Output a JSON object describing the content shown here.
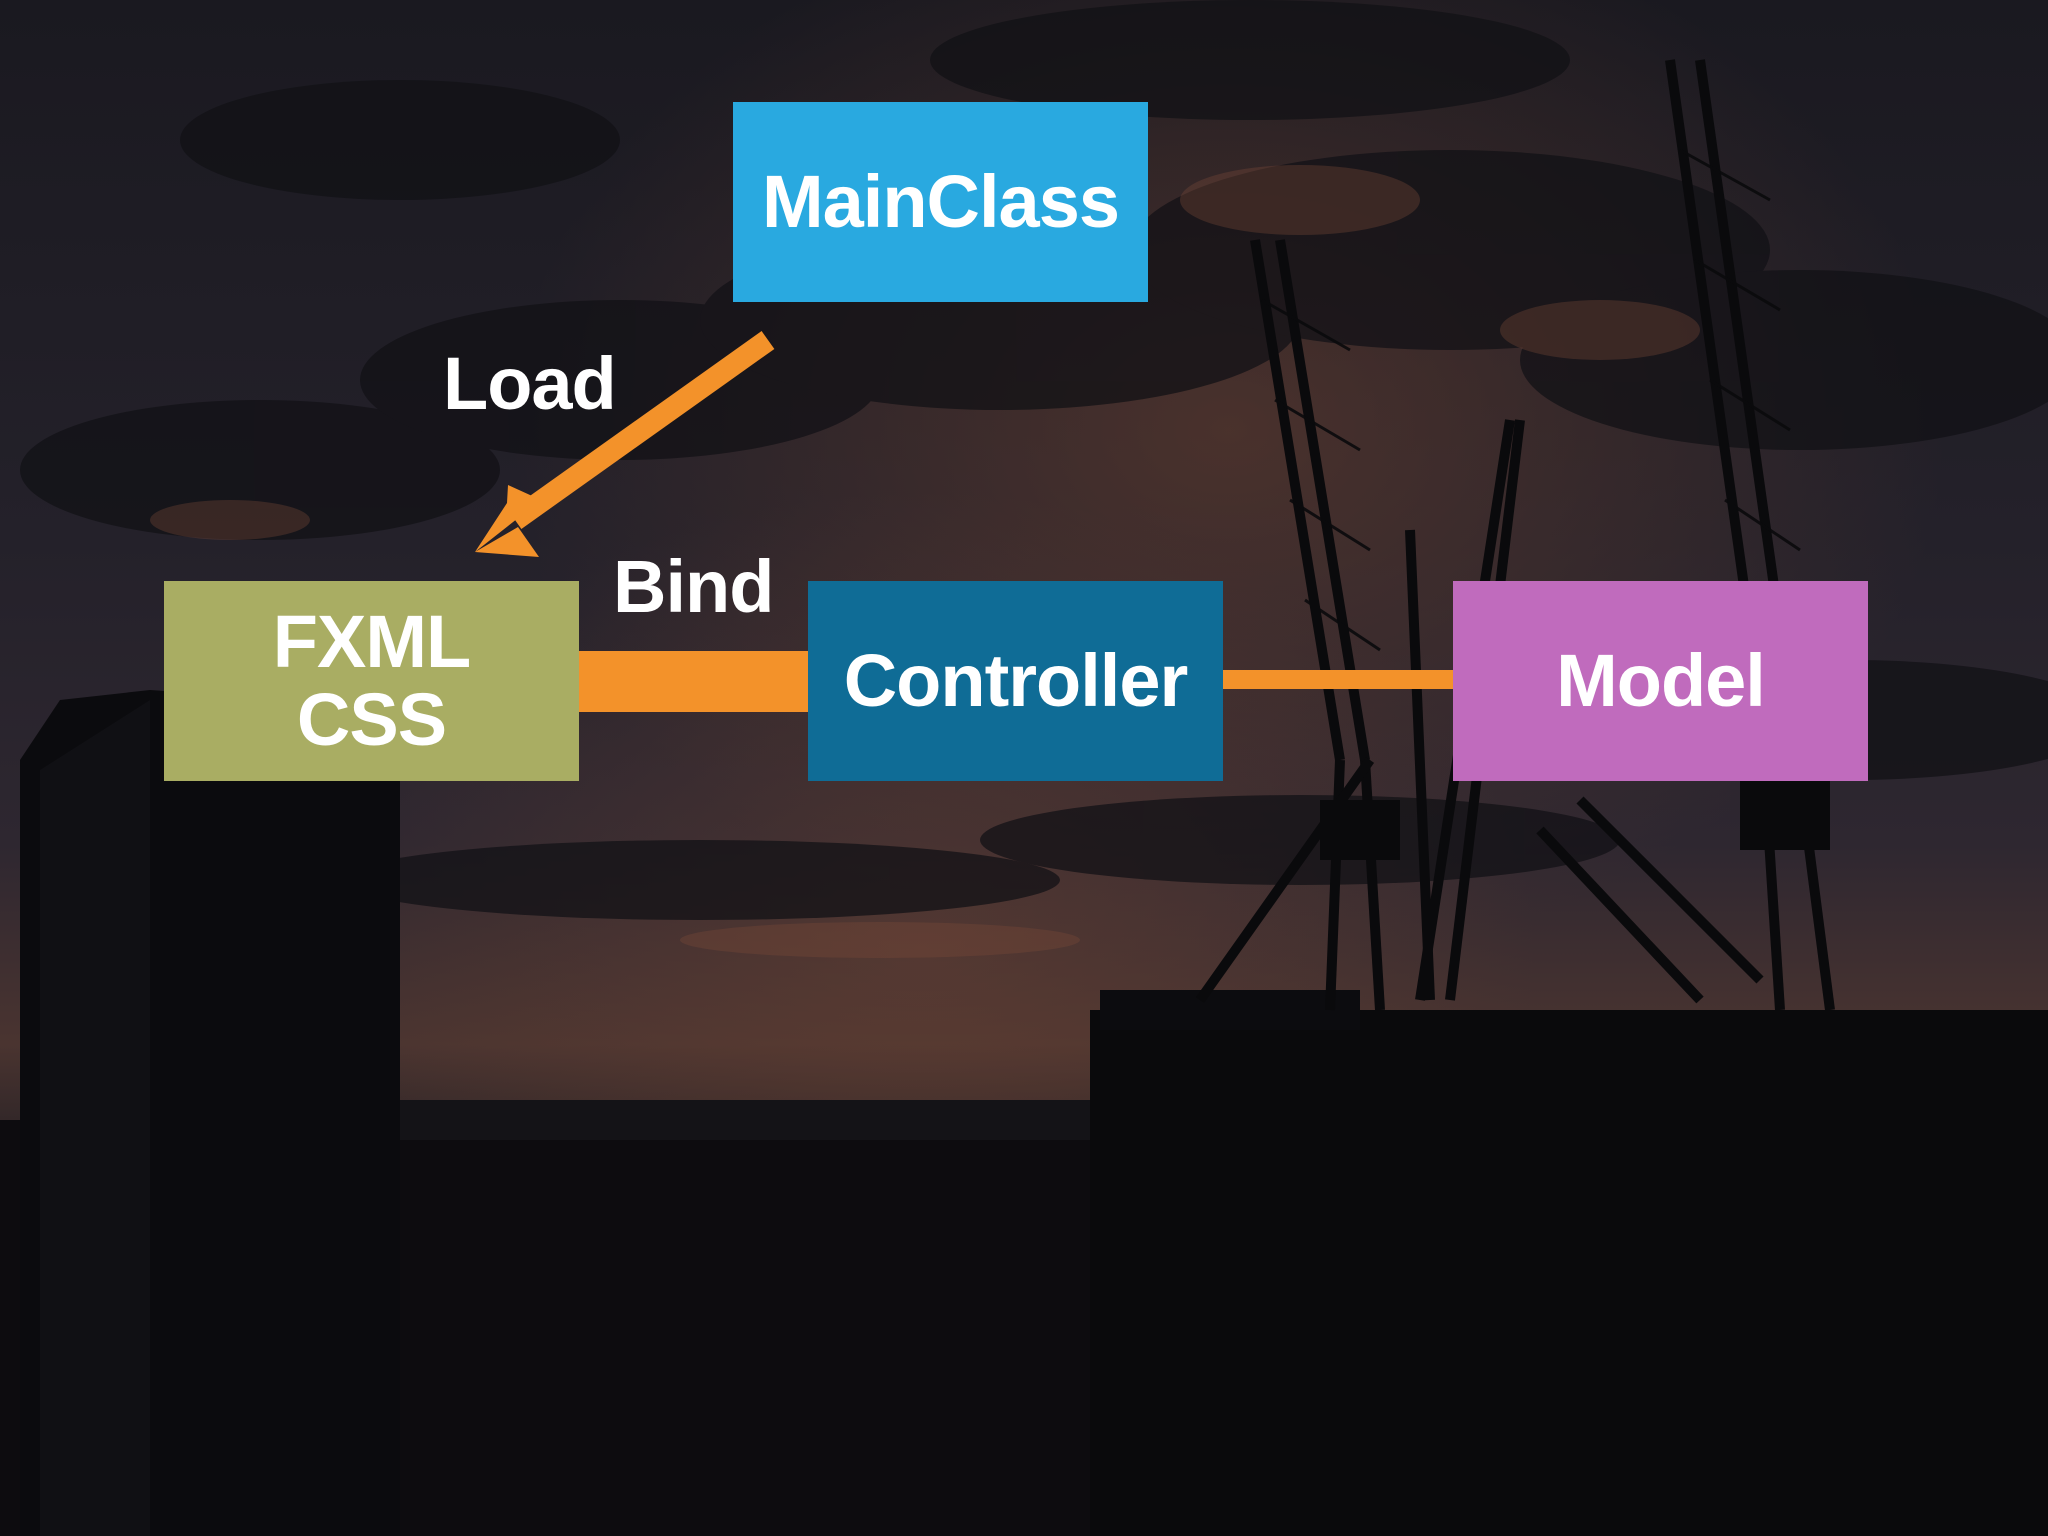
{
  "diagram": {
    "nodes": {
      "main_class": {
        "label": "MainClass",
        "color": "#29a9e0"
      },
      "fxml_css": {
        "lines": [
          "FXML",
          "CSS"
        ],
        "color": "#a9ad63"
      },
      "controller": {
        "label": "Controller",
        "color": "#0f6c96"
      },
      "model": {
        "label": "Model",
        "color": "#c06bbd"
      }
    },
    "edges": [
      {
        "from": "MainClass",
        "to": "FXML CSS",
        "label": "Load",
        "style": "arrow"
      },
      {
        "from": "FXML CSS",
        "to": "Controller",
        "label": "Bind",
        "style": "thick-line"
      },
      {
        "from": "Controller",
        "to": "Model",
        "label": "",
        "style": "thin-line"
      }
    ],
    "connector_color": "#f3922a"
  },
  "background": {
    "description_colors": {
      "sky_top": "#1b1a22",
      "sky_mid": "#2b2630",
      "horizon_glow": "#5a3a2c",
      "silhouette": "#0a0a0c"
    }
  }
}
